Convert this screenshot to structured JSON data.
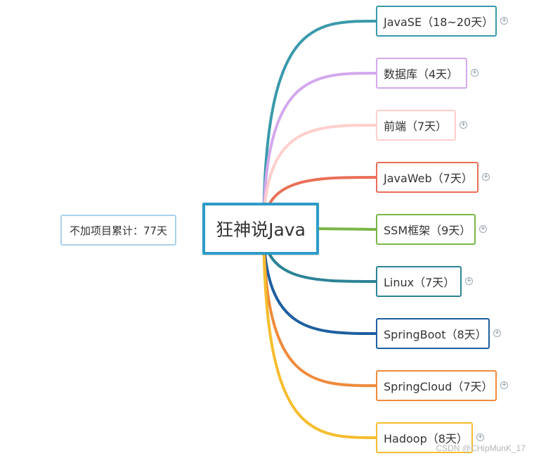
{
  "central": {
    "label": "狂神说Java"
  },
  "side_note": {
    "label": "不加项目累计：77天"
  },
  "branches": [
    {
      "label": "JavaSE（18~20天）",
      "color": "#3a9aab",
      "expand_icon": "plus-circle-icon"
    },
    {
      "label": "数据库（4天）",
      "color": "#d3a8ee",
      "expand_icon": "plus-circle-icon"
    },
    {
      "label": "前端（7天）",
      "color": "#ffcfcc",
      "expand_icon": "plus-circle-icon"
    },
    {
      "label": "JavaWeb（7天）",
      "color": "#ea6f57",
      "expand_icon": "plus-circle-icon"
    },
    {
      "label": "SSM框架（9天）",
      "color": "#7ab648",
      "expand_icon": "plus-circle-icon"
    },
    {
      "label": "Linux（7天）",
      "color": "#2c8396",
      "expand_icon": "plus-circle-icon"
    },
    {
      "label": "SpringBoot（8天）",
      "color": "#1c5f9f",
      "expand_icon": "plus-circle-icon"
    },
    {
      "label": "SpringCloud（7天）",
      "color": "#ef8a3b",
      "expand_icon": "plus-circle-icon"
    },
    {
      "label": "Hadoop（8天）",
      "color": "#f6bd2f",
      "expand_icon": "plus-circle-icon"
    }
  ],
  "watermark": "CSDN @CHipMunK_17"
}
